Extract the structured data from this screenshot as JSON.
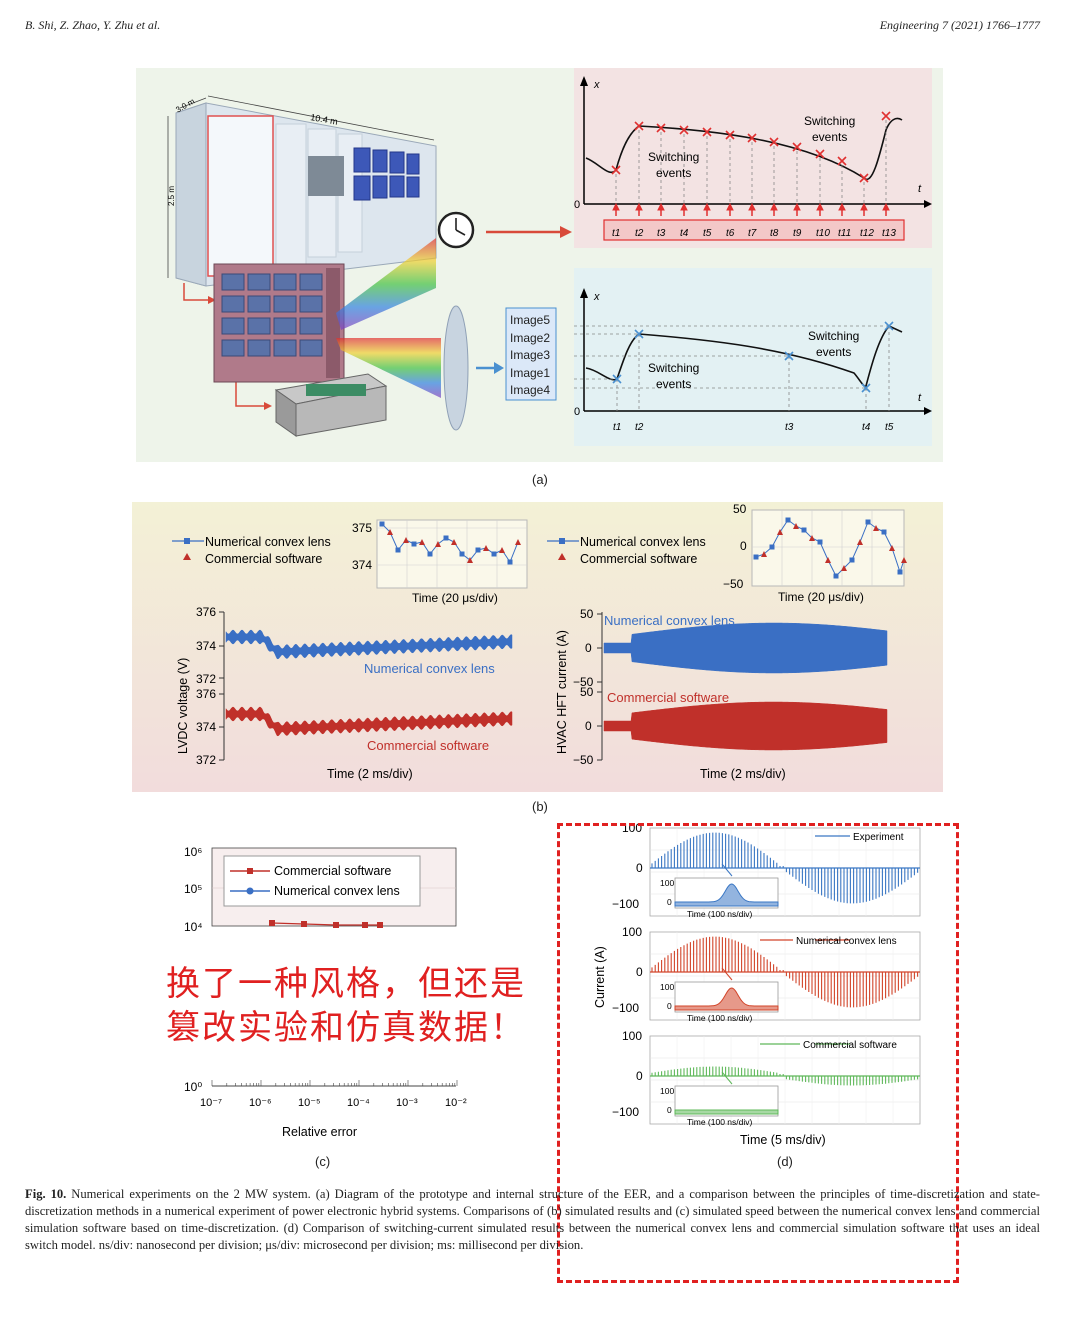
{
  "header": {
    "authors": "B. Shi, Z. Zhao, Y. Zhu et al.",
    "journal": "Engineering 7 (2021) 1766–1777"
  },
  "panel_a": {
    "label": "(a)",
    "dims": {
      "depth": "3.0 m",
      "length": "10.4 m",
      "height": "2.5 m"
    },
    "top_plot": {
      "ylabel": "x",
      "xlabel": "t",
      "origin": "0",
      "switch1": [
        "Switching",
        "events"
      ],
      "switch2": [
        "Switching",
        "events"
      ],
      "ticks": [
        "t1",
        "t2",
        "t3",
        "t4",
        "t5",
        "t6",
        "t7",
        "t8",
        "t9",
        "t10",
        "t11",
        "t12",
        "t13"
      ]
    },
    "bottom_plot": {
      "ylabel": "x",
      "xlabel": "t",
      "origin": "0",
      "switch1": [
        "Switching",
        "events"
      ],
      "switch2": [
        "Switching",
        "events"
      ],
      "ticks": [
        "t1",
        "t2",
        "t3",
        "t4",
        "t5"
      ],
      "images": [
        "Image5",
        "Image2",
        "Image3",
        "Image1",
        "Image4"
      ]
    }
  },
  "panel_b": {
    "label": "(b)",
    "legend": {
      "lens": "Numerical convex lens",
      "comm": "Commercial software"
    },
    "inset_left": {
      "xlabel": "Time (20 μs/div)",
      "yticks": [
        "375",
        "374"
      ]
    },
    "inset_right": {
      "xlabel": "Time (20 μs/div)",
      "yticks": [
        "50",
        "0",
        "−50"
      ]
    },
    "left": {
      "ylabel": "LVDC voltage (V)",
      "xlabel": "Time (2 ms/div)",
      "yticks_top": [
        "376",
        "374",
        "372"
      ],
      "yticks_bot": [
        "376",
        "374",
        "372"
      ],
      "label_lens": "Numerical convex lens",
      "label_comm": "Commercial software"
    },
    "right": {
      "ylabel": "HVAC HFT current (A)",
      "xlabel": "Time (2 ms/div)",
      "yticks_top": [
        "50",
        "0",
        "−50"
      ],
      "yticks_bot": [
        "50",
        "0",
        "−50"
      ],
      "label_lens": "Numerical convex lens",
      "label_comm": "Commercial software"
    }
  },
  "panel_c": {
    "label": "(c)",
    "legend": {
      "comm": "Commercial software",
      "lens": "Numerical convex lens"
    },
    "yticks": [
      "10⁶",
      "10⁵",
      "10⁴",
      "10⁰"
    ],
    "xticks": [
      "10⁻⁷",
      "10⁻⁶",
      "10⁻⁵",
      "10⁻⁴",
      "10⁻³",
      "10⁻²"
    ],
    "xlabel": "Relative error",
    "overlay": [
      "换了一种风格，但还是",
      "篡改实验和仿真数据！"
    ]
  },
  "panel_d": {
    "label": "(d)",
    "ylabel": "Current (A)",
    "xlabel": "Time (5 ms/div)",
    "subplots": [
      {
        "legend": "Experiment",
        "yticks": [
          "100",
          "0",
          "−100"
        ],
        "inset_yticks": [
          "100",
          "0"
        ],
        "inset_xlabel": "Time (100 ns/div)",
        "color": "#3a77c4"
      },
      {
        "legend": "Numerical convex lens",
        "yticks": [
          "100",
          "0",
          "−100"
        ],
        "inset_yticks": [
          "100",
          "0"
        ],
        "inset_xlabel": "Time (100 ns/div)",
        "color": "#d2452a"
      },
      {
        "legend": "Commercial software",
        "yticks": [
          "100",
          "0",
          "−100"
        ],
        "inset_yticks": [
          "100",
          "0"
        ],
        "inset_xlabel": "Time (100 ns/div)",
        "color": "#5fb85a"
      }
    ]
  },
  "caption": {
    "figlabel": "Fig. 10.",
    "text": " Numerical experiments on the 2 MW system. (a) Diagram of the prototype and internal structure of the EER, and a comparison between the principles of time-discretization and state-discretization methods in a numerical experiment of power electronic hybrid systems. Comparisons of (b) simulated results and (c) simulated speed between the numerical convex lens and commercial simulation software based on time-discretization. (d) Comparison of switching-current simulated results between the numerical convex lens and commercial simulation software that uses an ideal switch model. ns/div: nanosecond per division; μs/div: microsecond per division; ms: millisecond per division."
  },
  "colors": {
    "lens_blue": "#3a6fc4",
    "comm_red": "#c0302a",
    "dash_red": "#e02020",
    "pink_bg": "#f3e3e3",
    "cyan_bg": "#e3f1f3",
    "cream_bg": "#f4f1dc"
  }
}
